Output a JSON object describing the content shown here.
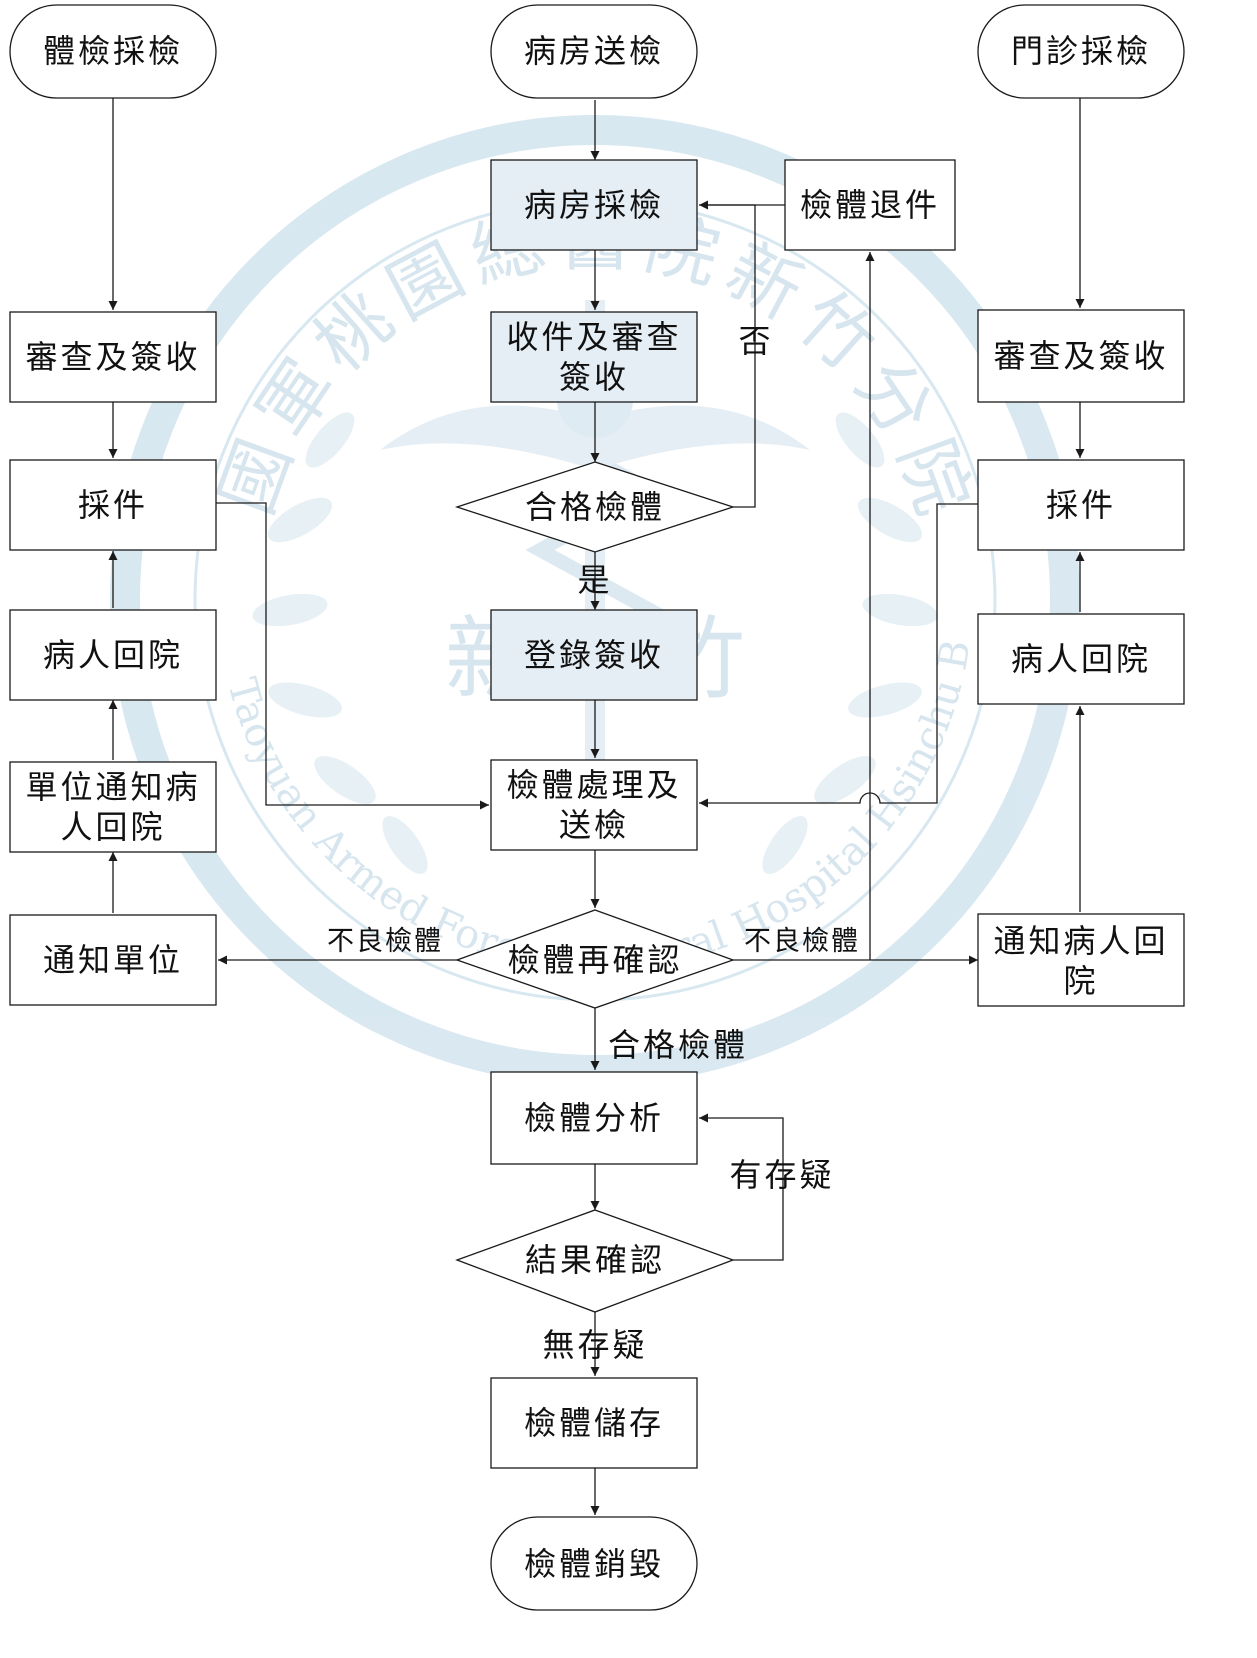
{
  "colors": {
    "line": "#1a1a1a",
    "text": "#111111",
    "box_fill": "#ffffff",
    "tinted_box_fill": "#e6eef5",
    "watermark": "#cfe1ec"
  },
  "watermark": {
    "arc_text": [
      "國",
      "軍",
      "桃",
      "園",
      "總",
      "醫",
      "院",
      "新",
      "竹",
      "分",
      "院"
    ],
    "center_text": [
      "新",
      "竹"
    ],
    "english_arc": "Taoyuan Armed Forces General Hospital Hsinchu Branch",
    "emblem": "caduceus-emblem"
  },
  "nodes": {
    "start_left": {
      "text": "體檢採檢"
    },
    "start_center": {
      "text": "病房送檢"
    },
    "start_right": {
      "text": "門診採檢"
    },
    "ward_sampling": {
      "text": "病房採檢"
    },
    "specimen_return": {
      "text": "檢體退件"
    },
    "receive_review_sign": {
      "lines": [
        "收件及審查",
        "簽收"
      ]
    },
    "qualified_specimen": {
      "text": "合格檢體"
    },
    "register_sign": {
      "text": "登錄簽收"
    },
    "process_send": {
      "lines": [
        "檢體處理及",
        "送檢"
      ]
    },
    "reconfirm": {
      "text": "檢體再確認"
    },
    "analysis": {
      "text": "檢體分析"
    },
    "result_confirm": {
      "text": "結果確認"
    },
    "storage": {
      "text": "檢體儲存"
    },
    "destroy": {
      "text": "檢體銷毀"
    },
    "left_review": {
      "text": "審查及簽收"
    },
    "left_collect": {
      "text": "採件"
    },
    "left_patient_return": {
      "text": "病人回院"
    },
    "left_unit_notify_patient": {
      "lines": [
        "單位通知病",
        "人回院"
      ]
    },
    "left_notify_unit": {
      "text": "通知單位"
    },
    "right_review": {
      "text": "審查及簽收"
    },
    "right_collect": {
      "text": "採件"
    },
    "right_patient_return": {
      "text": "病人回院"
    },
    "right_notify_patient": {
      "lines": [
        "通知病人回",
        "院"
      ]
    }
  },
  "edge_labels": {
    "no": "否",
    "yes": "是",
    "bad_left": "不良檢體",
    "bad_right": "不良檢體",
    "qualified": "合格檢體",
    "doubt": "有存疑",
    "no_doubt": "無存疑"
  }
}
